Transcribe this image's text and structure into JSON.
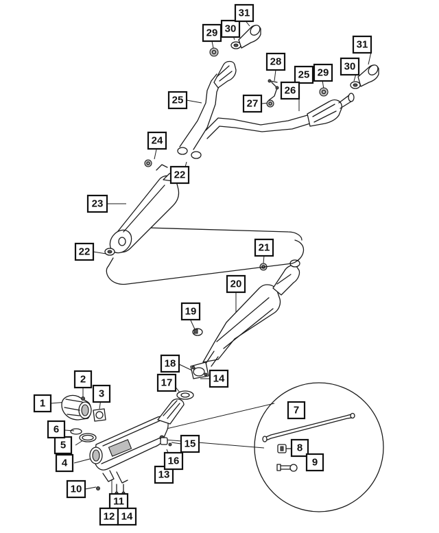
{
  "diagram": {
    "callouts": [
      {
        "id": "c1",
        "label": "1"
      },
      {
        "id": "c2",
        "label": "2"
      },
      {
        "id": "c3",
        "label": "3"
      },
      {
        "id": "c4",
        "label": "4"
      },
      {
        "id": "c5",
        "label": "5"
      },
      {
        "id": "c6",
        "label": "6"
      },
      {
        "id": "c7",
        "label": "7"
      },
      {
        "id": "c8",
        "label": "8"
      },
      {
        "id": "c9",
        "label": "9"
      },
      {
        "id": "c10",
        "label": "10"
      },
      {
        "id": "c11",
        "label": "11"
      },
      {
        "id": "c12",
        "label": "12"
      },
      {
        "id": "c13",
        "label": "13"
      },
      {
        "id": "c14a",
        "label": "14"
      },
      {
        "id": "c14b",
        "label": "14"
      },
      {
        "id": "c15",
        "label": "15"
      },
      {
        "id": "c16",
        "label": "16"
      },
      {
        "id": "c17",
        "label": "17"
      },
      {
        "id": "c18",
        "label": "18"
      },
      {
        "id": "c19",
        "label": "19"
      },
      {
        "id": "c20",
        "label": "20"
      },
      {
        "id": "c21",
        "label": "21"
      },
      {
        "id": "c22a",
        "label": "22"
      },
      {
        "id": "c22b",
        "label": "22"
      },
      {
        "id": "c23",
        "label": "23"
      },
      {
        "id": "c24",
        "label": "24"
      },
      {
        "id": "c25a",
        "label": "25"
      },
      {
        "id": "c25b",
        "label": "25"
      },
      {
        "id": "c26",
        "label": "26"
      },
      {
        "id": "c27",
        "label": "27"
      },
      {
        "id": "c28",
        "label": "28"
      },
      {
        "id": "c29a",
        "label": "29"
      },
      {
        "id": "c29b",
        "label": "29"
      },
      {
        "id": "c30a",
        "label": "30"
      },
      {
        "id": "c30b",
        "label": "30"
      },
      {
        "id": "c31a",
        "label": "31"
      },
      {
        "id": "c31b",
        "label": "31"
      }
    ]
  }
}
